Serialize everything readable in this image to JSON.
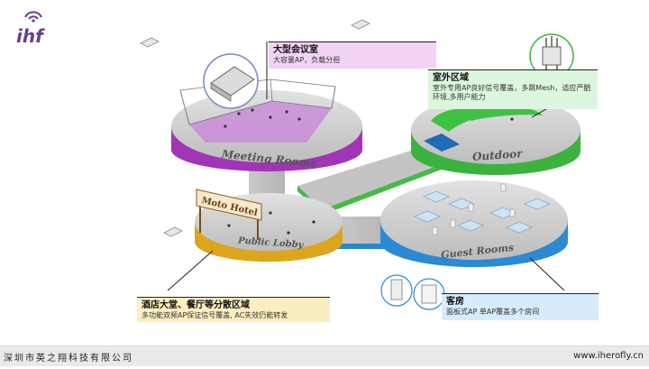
{
  "brand": {
    "logo_text": "ihf",
    "accent": "#6b3d8f"
  },
  "zones": {
    "meeting": {
      "label": "Meeting Rooms",
      "color": "#b63cc8"
    },
    "outdoor": {
      "label": "Outdoor",
      "color": "#3bbd3e"
    },
    "lobby": {
      "label": "Public Lobby",
      "color": "#e0b021"
    },
    "guest": {
      "label": "Guest Rooms",
      "color": "#2e8fd6"
    }
  },
  "sign": {
    "text": "Moto Hotel"
  },
  "callouts": {
    "meeting": {
      "title": "大型会议室",
      "desc": "大容量AP，负载分担"
    },
    "outdoor": {
      "title": "室外区域",
      "desc": "室外专用AP良好信号覆盖，多跳Mesh，适应严酷环境,多用户能力"
    },
    "lobby": {
      "title": "酒店大堂、餐厅等分散区域",
      "desc": "多功能双频AP保证信号覆盖, AC失效仍能转发"
    },
    "guest": {
      "title": "客房",
      "desc": "面板式AP  单AP覆盖多个房间"
    }
  },
  "footer": {
    "company": "深圳市英之翔科技有限公司",
    "website": "www.iherofly.cn"
  }
}
